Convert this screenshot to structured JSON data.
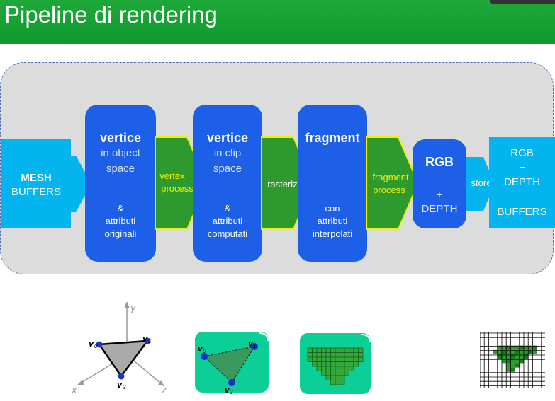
{
  "title": "Pipeline di rendering",
  "mesh": {
    "line1": "MESH",
    "line2": "BUFFERS"
  },
  "stage1": {
    "head": "vertice",
    "sub1": "in object",
    "sub2": "space",
    "amp": "&",
    "a1": "attributi",
    "a2": "originali"
  },
  "arrow1": {
    "l1": "vertex",
    "l2": "process"
  },
  "stage2": {
    "head": "vertice",
    "sub1": "in clip",
    "sub2": "space",
    "amp": "&",
    "a1": "attributi",
    "a2": "computati"
  },
  "arrow2": {
    "l1": "rasterize"
  },
  "stage3": {
    "head": "fragment",
    "c1": "con",
    "c2": "attributi",
    "c3": "interpolati"
  },
  "arrow3": {
    "l1": "fragment",
    "l2": "process"
  },
  "stage4": {
    "head": "RGB",
    "plus": "+",
    "depth": "DEPTH"
  },
  "arrow4": {
    "l1": "store"
  },
  "buffers": {
    "l1": "RGB",
    "l2": "+",
    "l3": "DEPTH",
    "l4": "BUFFERS"
  },
  "axes": {
    "y": "y",
    "x": "x",
    "z": "z",
    "v0": "v",
    "v1": "v",
    "v2": "v",
    "s0": "0",
    "s1": "1",
    "s2": "2"
  },
  "clip": {
    "v0": "v",
    "v1": "v",
    "v2": "v",
    "s0": "0",
    "s1": "1",
    "s2": "2"
  },
  "colors": {
    "title_green": "#11a030",
    "stage_blue": "#1e5fe8",
    "cyan": "#04b4ee",
    "arrow_green": "#2e9a2e",
    "arrow_outline": "#f0f000",
    "tile_green": "#0ccf98"
  }
}
